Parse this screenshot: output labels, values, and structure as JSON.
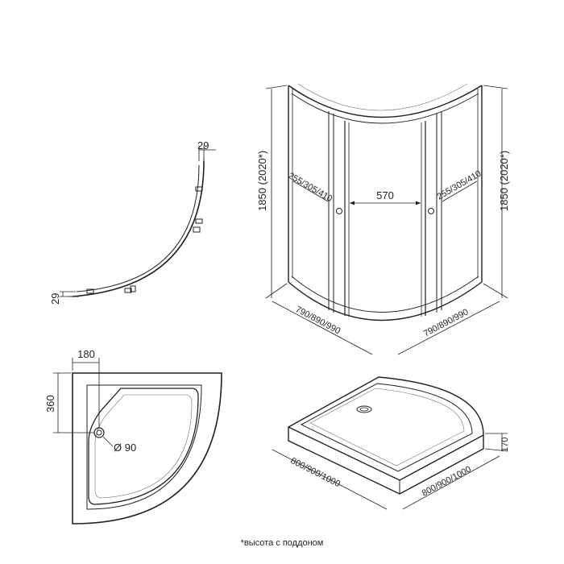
{
  "dims": {
    "profile_top": "29",
    "profile_left": "29",
    "height_left": "1850 (2020*)",
    "height_right": "1850 (2020*)",
    "panel_left": "255/305/410",
    "panel_right": "255/305/410",
    "door_width": "570",
    "base_left": "790/890/990",
    "base_right": "790/890/990",
    "tray_top": "180",
    "tray_left": "360",
    "drain": "Ø 90",
    "tray_depth_left": "800/900/1000",
    "tray_depth_right": "800/900/1000",
    "tray_height": "170"
  },
  "footnote": "*высота с поддоном",
  "colors": {
    "line": "#231f20",
    "gray": "#6d6e71",
    "fill": "#ffffff"
  }
}
